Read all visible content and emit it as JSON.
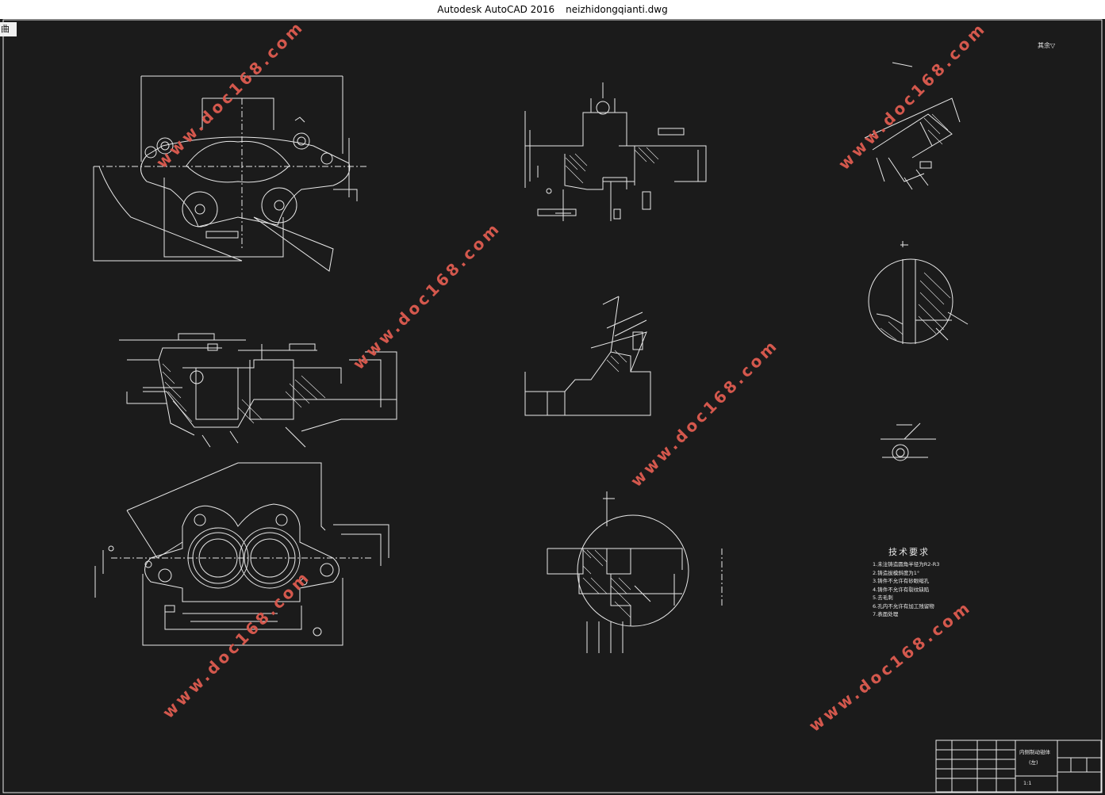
{
  "window": {
    "app_name": "Autodesk AutoCAD 2016",
    "file_name": "neizhidongqianti.dwg"
  },
  "viewport": {
    "corner_label": "曲"
  },
  "watermark": {
    "text": "www.doc168.com",
    "color": "#d4584d"
  },
  "drawing": {
    "line_color": "#e8e8e8",
    "background": "#1b1b1b",
    "roughness_note": "其余▽",
    "technical_requirements": {
      "title": "技术要求",
      "items": [
        "1.未注铸造圆角半径为R2-R3",
        "2.铸造拔模斜度为1°",
        "3.铸件不允许有砂眼缩孔",
        "4.铸件不允许有裂纹缺陷",
        "5.去毛刺",
        "6.孔内不允许有加工残留物",
        "7.表面处理"
      ]
    },
    "title_block": {
      "part_name": "内侧制动钳体",
      "part_sub": "(左)",
      "scale": "1:1"
    }
  }
}
